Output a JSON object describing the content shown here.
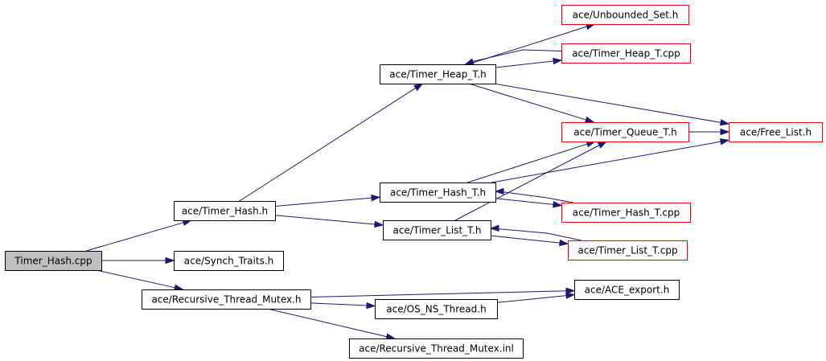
{
  "colors": {
    "edge": "#191970",
    "border_plain": "#000000",
    "border_truncated": "#ff0000",
    "root_fill": "#bfbfbf",
    "node_fill": "#ffffff"
  },
  "nodes": [
    {
      "id": "timer_hash_cpp",
      "label": "Timer_Hash.cpp",
      "kind": "root"
    },
    {
      "id": "timer_hash_h",
      "label": "ace/Timer_Hash.h",
      "kind": "plain"
    },
    {
      "id": "synch_traits_h",
      "label": "ace/Synch_Traits.h",
      "kind": "plain"
    },
    {
      "id": "recursive_thread_mutex_h",
      "label": "ace/Recursive_Thread_Mutex.h",
      "kind": "plain"
    },
    {
      "id": "timer_heap_t_h",
      "label": "ace/Timer_Heap_T.h",
      "kind": "plain"
    },
    {
      "id": "timer_hash_t_h",
      "label": "ace/Timer_Hash_T.h",
      "kind": "plain"
    },
    {
      "id": "timer_list_t_h",
      "label": "ace/Timer_List_T.h",
      "kind": "plain"
    },
    {
      "id": "unbounded_set_h",
      "label": "ace/Unbounded_Set.h",
      "kind": "truncated"
    },
    {
      "id": "timer_heap_t_cpp",
      "label": "ace/Timer_Heap_T.cpp",
      "kind": "truncated"
    },
    {
      "id": "timer_queue_t_h",
      "label": "ace/Timer_Queue_T.h",
      "kind": "truncated"
    },
    {
      "id": "free_list_h",
      "label": "ace/Free_List.h",
      "kind": "truncated"
    },
    {
      "id": "timer_hash_t_cpp",
      "label": "ace/Timer_Hash_T.cpp",
      "kind": "truncated"
    },
    {
      "id": "timer_list_t_cpp",
      "label": "ace/Timer_List_T.cpp",
      "kind": "truncated"
    },
    {
      "id": "ace_export_h",
      "label": "ace/ACE_export.h",
      "kind": "plain"
    },
    {
      "id": "os_ns_thread_h",
      "label": "ace/OS_NS_Thread.h",
      "kind": "plain"
    },
    {
      "id": "recursive_thread_mutex_inl",
      "label": "ace/Recursive_Thread_Mutex.inl",
      "kind": "plain"
    }
  ],
  "edges": [
    {
      "from": "timer_hash_cpp",
      "to": "timer_hash_h"
    },
    {
      "from": "timer_hash_cpp",
      "to": "synch_traits_h"
    },
    {
      "from": "timer_hash_cpp",
      "to": "recursive_thread_mutex_h"
    },
    {
      "from": "timer_hash_h",
      "to": "timer_heap_t_h"
    },
    {
      "from": "timer_hash_h",
      "to": "timer_hash_t_h"
    },
    {
      "from": "timer_hash_h",
      "to": "timer_list_t_h"
    },
    {
      "from": "timer_heap_t_h",
      "to": "unbounded_set_h"
    },
    {
      "from": "timer_heap_t_h",
      "to": "timer_heap_t_cpp"
    },
    {
      "from": "timer_heap_t_h",
      "to": "timer_queue_t_h"
    },
    {
      "from": "timer_heap_t_h",
      "to": "free_list_h"
    },
    {
      "from": "timer_heap_t_cpp",
      "to": "timer_heap_t_h"
    },
    {
      "from": "timer_queue_t_h",
      "to": "free_list_h"
    },
    {
      "from": "timer_hash_t_h",
      "to": "timer_queue_t_h"
    },
    {
      "from": "timer_hash_t_h",
      "to": "free_list_h"
    },
    {
      "from": "timer_hash_t_h",
      "to": "timer_hash_t_cpp"
    },
    {
      "from": "timer_hash_t_cpp",
      "to": "timer_hash_t_h"
    },
    {
      "from": "timer_list_t_h",
      "to": "timer_queue_t_h"
    },
    {
      "from": "timer_list_t_h",
      "to": "timer_list_t_cpp"
    },
    {
      "from": "timer_list_t_cpp",
      "to": "timer_list_t_h"
    },
    {
      "from": "recursive_thread_mutex_h",
      "to": "ace_export_h"
    },
    {
      "from": "recursive_thread_mutex_h",
      "to": "os_ns_thread_h"
    },
    {
      "from": "recursive_thread_mutex_h",
      "to": "recursive_thread_mutex_inl"
    },
    {
      "from": "os_ns_thread_h",
      "to": "ace_export_h"
    }
  ]
}
